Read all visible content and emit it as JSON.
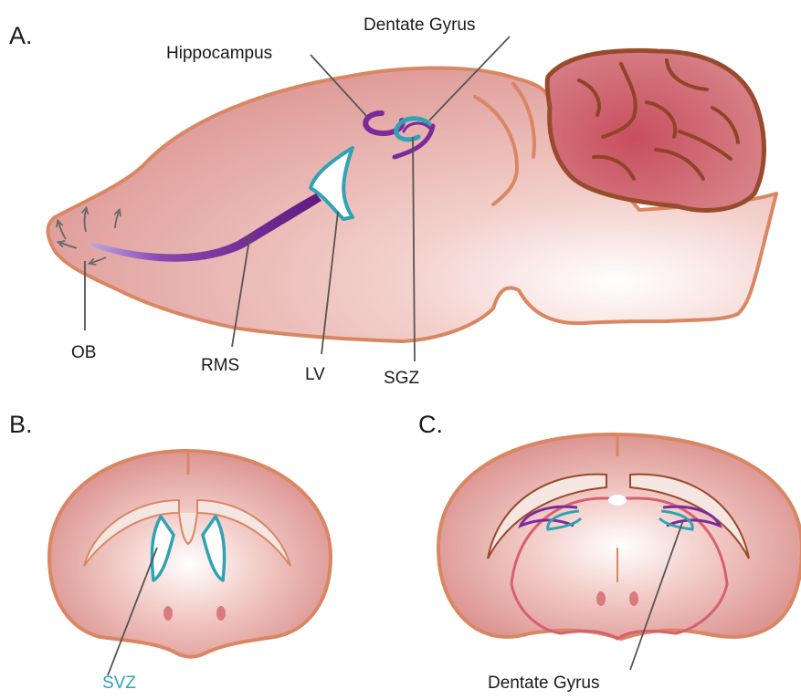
{
  "panels": {
    "a": {
      "label": "A."
    },
    "b": {
      "label": "B."
    },
    "c": {
      "label": "C."
    }
  },
  "labels": {
    "dentate_gyrus_a": "Dentate Gyrus",
    "hippocampus": "Hippocampus",
    "ob": "OB",
    "rms": "RMS",
    "lv": "LV",
    "sgz": "SGZ",
    "svz": "SVZ",
    "dentate_gyrus_c": "Dentate Gyrus"
  },
  "colors": {
    "tissue": "#e39a98",
    "tissue_light": "#f6dad6",
    "outline": "#d98763",
    "cerebellum": "#c65e67",
    "cerebellum_outline": "#9a4a2c",
    "migration_path": "#6c2688",
    "neurogenic_zone": "#2fa3b4",
    "svz_text": "#2fa3b4",
    "leader_line": "#555555"
  }
}
